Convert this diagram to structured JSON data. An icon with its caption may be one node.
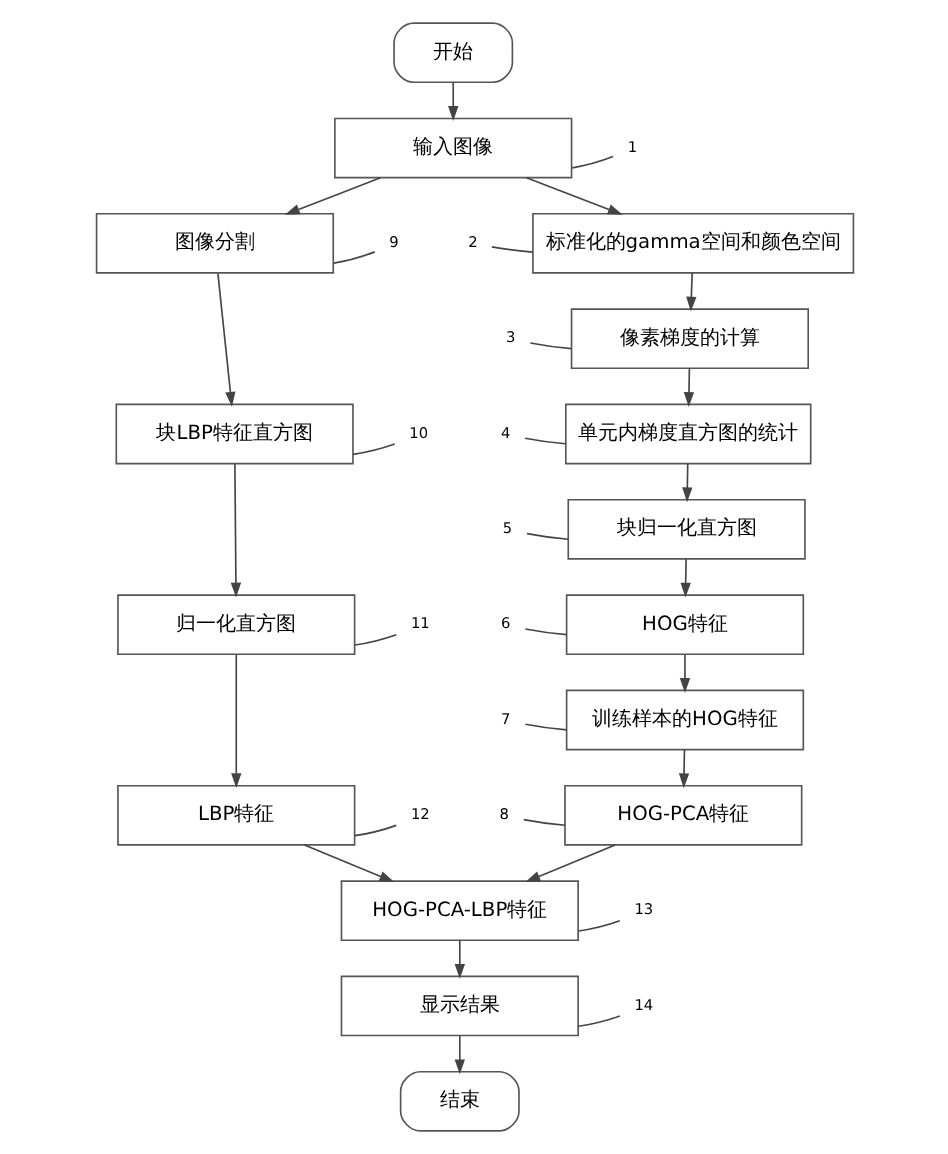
{
  "diagram": {
    "nodes": [
      {
        "text": [
          "开始"
        ]
      },
      {
        "text": [
          "输入图像"
        ]
      },
      {
        "text": [
          "标准化的gamma空间和颜色空间"
        ]
      },
      {
        "text": [
          "像素梯度的计算"
        ]
      },
      {
        "text": [
          "单元内梯度直方图的统计"
        ]
      },
      {
        "text": [
          "块归一化直方图"
        ]
      },
      {
        "text": [
          "HOG特征"
        ]
      },
      {
        "text": [
          "训练样本的HOG特征"
        ]
      },
      {
        "text": [
          "HOG-PCA特征"
        ]
      },
      {
        "text": [
          "图像分割"
        ]
      },
      {
        "text": [
          "块LBP特征直方图"
        ]
      },
      {
        "text": [
          "归一化直方图"
        ]
      },
      {
        "text": [
          "LBP特征"
        ]
      },
      {
        "text": [
          "HOG-PCA-LBP特征"
        ]
      },
      {
        "text": [
          "显示结果"
        ]
      },
      {
        "text": [
          "结束"
        ]
      },
      {
        "text": [
          "1"
        ]
      },
      {
        "text": [
          "2"
        ]
      },
      {
        "text": [
          "3"
        ]
      },
      {
        "text": [
          "4"
        ]
      },
      {
        "text": [
          "5"
        ]
      },
      {
        "text": [
          "6"
        ]
      },
      {
        "text": [
          "7"
        ]
      },
      {
        "text": [
          "8"
        ]
      },
      {
        "text": [
          "9"
        ]
      },
      {
        "text": [
          "10"
        ]
      },
      {
        "text": [
          "11"
        ]
      },
      {
        "text": [
          "12"
        ]
      },
      {
        "text": [
          "13"
        ]
      },
      {
        "text": [
          "14"
        ]
      }
    ],
    "edges": [
      {
        "from": 0,
        "to": 1,
        "arrow": "to"
      },
      {
        "from": 1,
        "to": 2,
        "arrow": "to"
      },
      {
        "from": 1,
        "to": 9,
        "arrow": "to"
      },
      {
        "from": 2,
        "to": 3,
        "arrow": "to"
      },
      {
        "from": 3,
        "to": 4,
        "arrow": "to"
      },
      {
        "from": 4,
        "to": 5,
        "arrow": "to"
      },
      {
        "from": 5,
        "to": 6,
        "arrow": "to"
      },
      {
        "from": 6,
        "to": 7,
        "arrow": "to"
      },
      {
        "from": 7,
        "to": 8,
        "arrow": "to"
      },
      {
        "from": 9,
        "to": 10,
        "arrow": "to"
      },
      {
        "from": 10,
        "to": 11,
        "arrow": "to"
      },
      {
        "from": 11,
        "to": 12,
        "arrow": "to"
      },
      {
        "from": 8,
        "to": 13,
        "arrow": "to"
      },
      {
        "from": 12,
        "to": 13,
        "arrow": "to"
      },
      {
        "from": 13,
        "to": 14,
        "arrow": "to"
      },
      {
        "from": 14,
        "to": 15,
        "arrow": "to"
      },
      {
        "from": 16,
        "to": 1,
        "arrow": "none"
      },
      {
        "from": 17,
        "to": 2,
        "arrow": "none"
      },
      {
        "from": 18,
        "to": 3,
        "arrow": "none"
      },
      {
        "from": 19,
        "to": 4,
        "arrow": "none"
      },
      {
        "from": 20,
        "to": 5,
        "arrow": "none"
      },
      {
        "from": 21,
        "to": 6,
        "arrow": "none"
      },
      {
        "from": 22,
        "to": 7,
        "arrow": "none"
      },
      {
        "from": 23,
        "to": 8,
        "arrow": "none"
      },
      {
        "from": 24,
        "to": 9,
        "arrow": "none"
      },
      {
        "from": 25,
        "to": 10,
        "arrow": "none"
      },
      {
        "from": 26,
        "to": 11,
        "arrow": "none"
      },
      {
        "from": 27,
        "to": 12,
        "arrow": "none"
      },
      {
        "from": 28,
        "to": 13,
        "arrow": "none"
      },
      {
        "from": 29,
        "to": 14,
        "arrow": "none"
      }
    ]
  }
}
